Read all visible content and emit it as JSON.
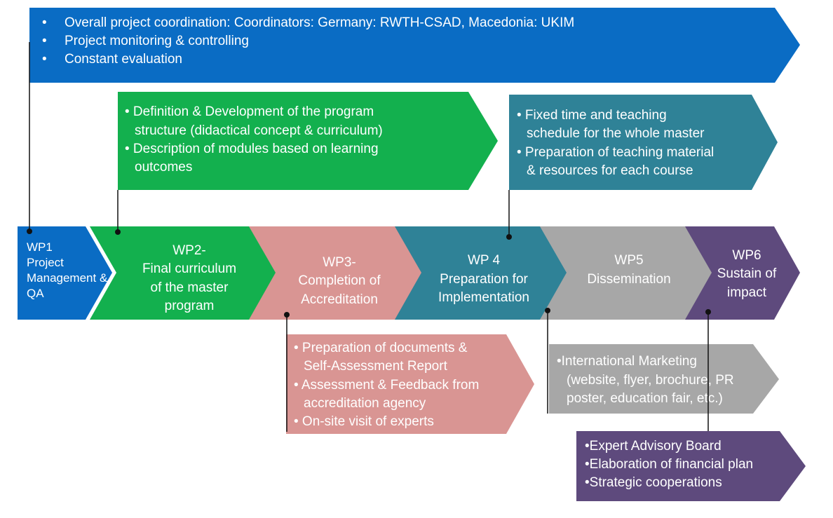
{
  "colors": {
    "blue": "#0A6CC4",
    "green": "#13B04E",
    "pink": "#D99593",
    "teal": "#2F8297",
    "grey": "#A7A7A7",
    "purple": "#5E4A7D",
    "connector": "#111111",
    "text": "#ffffff"
  },
  "coordination": {
    "items": [
      "Overall project coordination: Coordinators: Germany: RWTH-CSAD, Macedonia: UKIM",
      "Project monitoring & controlling",
      "Constant evaluation"
    ]
  },
  "work_packages": {
    "wp1": {
      "lines": [
        "WP1",
        "Project",
        "Management &",
        "QA"
      ]
    },
    "wp2": {
      "lines": [
        "WP2-",
        "Final curriculum",
        "of the master",
        "program"
      ]
    },
    "wp3": {
      "lines": [
        "WP3-",
        "Completion of",
        "Accreditation"
      ]
    },
    "wp4": {
      "lines": [
        "WP 4",
        "Preparation for",
        "Implementation"
      ]
    },
    "wp5": {
      "lines": [
        "WP5",
        "Dissemination"
      ]
    },
    "wp6": {
      "lines": [
        "WP6",
        "Sustain of",
        "impact"
      ]
    }
  },
  "details": {
    "wp2": {
      "lines": [
        "• Definition & Development of the program",
        "structure (didactical concept & curriculum)",
        "• Description of modules based on learning",
        "outcomes"
      ]
    },
    "wp4": {
      "lines": [
        "• Fixed time and teaching",
        "schedule for the whole master",
        "• Preparation of teaching material",
        "& resources for each course"
      ]
    },
    "wp3": {
      "lines": [
        "• Preparation of documents &",
        "Self-Assessment Report",
        "• Assessment & Feedback from",
        "accreditation agency",
        "• On-site visit of experts"
      ]
    },
    "wp5": {
      "lines": [
        "•International Marketing",
        "(website, flyer, brochure, PR",
        "poster, education fair, etc.)"
      ]
    },
    "wp6": {
      "lines": [
        "•Expert Advisory Board",
        "•Elaboration of financial plan",
        "•Strategic cooperations"
      ]
    }
  }
}
